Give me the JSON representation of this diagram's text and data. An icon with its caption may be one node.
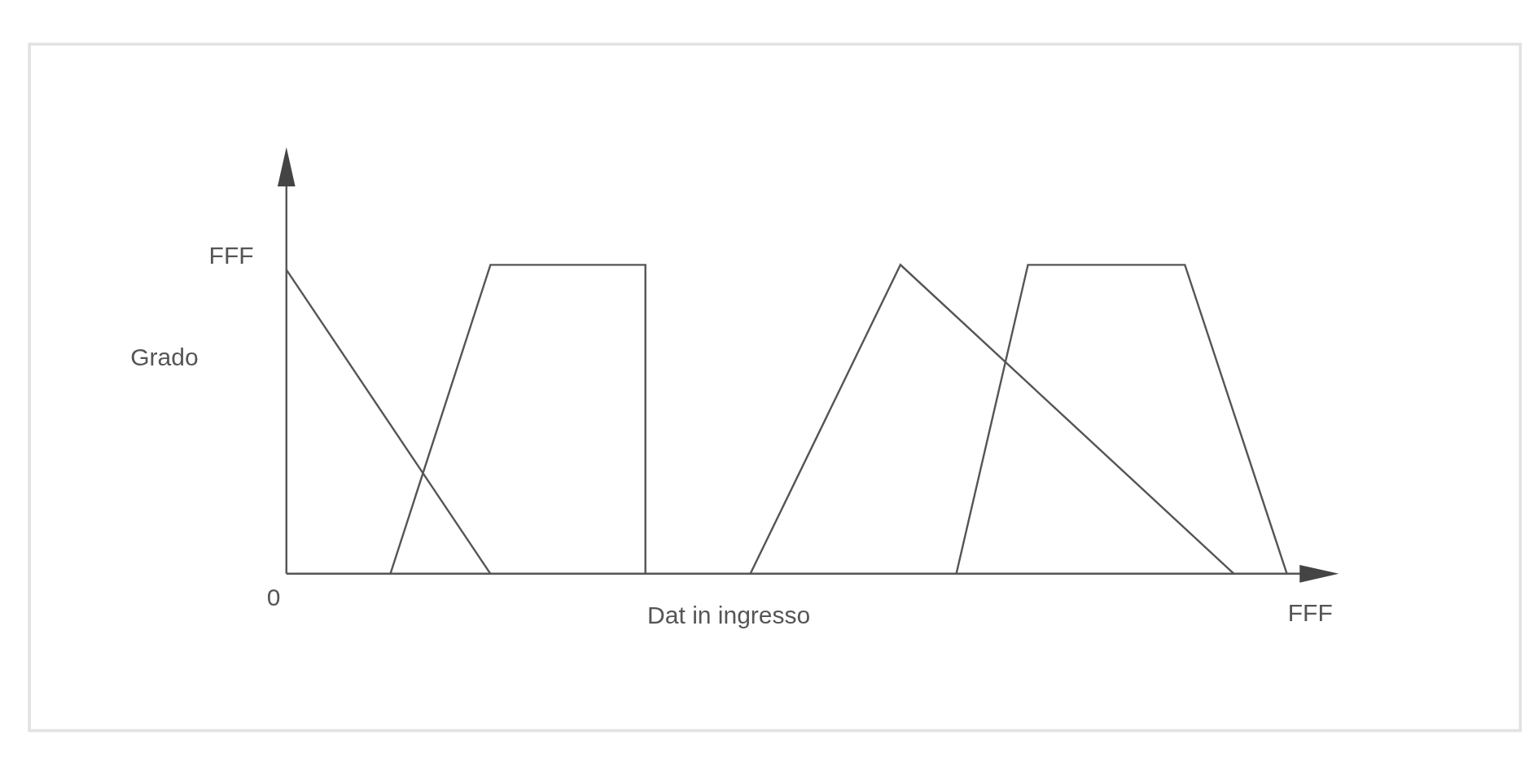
{
  "diagram": {
    "labels": [
      "FFF",
      "Grado",
      "0",
      "Dat in ingresso",
      "FFF"
    ]
  }
}
